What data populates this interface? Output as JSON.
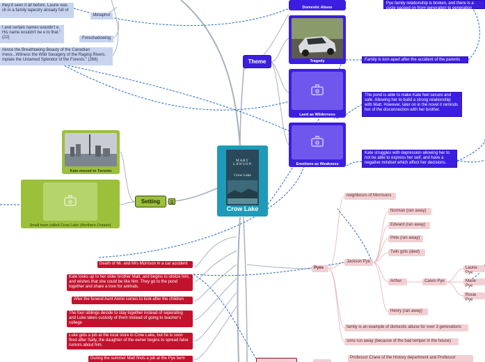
{
  "central": {
    "title": "Crow Lake",
    "book_author": "MARY LAWSON",
    "book_title": "Crow Lake"
  },
  "theme": {
    "label": "Theme",
    "tiles": [
      {
        "caption": "Domestic Abuse"
      },
      {
        "caption": "Tragedy"
      },
      {
        "caption": "Land as Wilderness"
      },
      {
        "caption": "Emotions as Weakness"
      }
    ],
    "notes": [
      "Pye family relationship is broken, and there is a cycle passed on from generation to generation",
      "Family is torn apart after the accident of the parents",
      "The pond is able to make Kate feel secure and safe. Allowing her to build a strong relationship with Matt. However, later on in the novel it reminds her of the disconnection with her brother.",
      "Kate struggles with depression allowing her to not be able to express her self, and have a negative mindset which affect her decisions."
    ]
  },
  "literary": {
    "metaphor_quote": "they'd seen it all before. Laurie was ch in a family tapestry already full of",
    "metaphor_label": "Metaphor",
    "foreshadowing_quote": "t and certain names wouldn't e. His name wouldn't be e to that.\" (22)",
    "foreshadowing_label": "Foreshadowing",
    "imagery_quote": "rience the Breathtaking Beauty of the Canadian rness...Witness the Wild Savagery of the Raging Rivers. mplate the Untamed Splendor of the Forests.\" (266)"
  },
  "setting": {
    "label": "Setting",
    "tiles": [
      {
        "caption": "Kate moved to Toronto"
      },
      {
        "caption": "Small town called Crow Lake (Northern Ontario)"
      }
    ]
  },
  "plot": [
    "Death of Mr. and Mrs Morrison in a car accident",
    "Kate looks up to her older brother Matt, and begins to idolize him, and wishes that she could be like him. They go to the pond together and share a love for animals.",
    "After the funeral Aunt Annie comes to look after the children",
    "The four siblings decide to stay together instead of seperating and Luke takes custody of them instead of going to teacher's college",
    "Luke gets a job at the local store in Crow Lake, but he is soon fired after Sally, the daughter of the owner begins to spread false rumors about him.",
    "During the summer Matt finds a job at the Pye farm"
  ],
  "pyes": {
    "label": "Pyes",
    "neighbours": "neighbours of Morrisons",
    "jackson": "Jackson Pye",
    "children": [
      "Norman (ran away)",
      "Edward (ran away)",
      "Pete (ran away)",
      "Twin girls (died)",
      "Arthur",
      "Henry (ran away)"
    ],
    "calvin": "Calvin Pye",
    "calvin_children": [
      "Laurie Pye",
      "Marie Pye",
      "Rosie Pye"
    ],
    "abuse_note": "family is an example of domestic abuse for over 3 generations",
    "sons_note": "sons run away (because of the bad temper in the house)"
  },
  "bottom": {
    "professor": "Professor Crane of the History department and Professor"
  },
  "colors": {
    "theme": "#3c1ee0",
    "plot": "#c2122d",
    "setting": "#9bc03a",
    "central": "#1f9ab8",
    "link": "#1e63c8"
  }
}
